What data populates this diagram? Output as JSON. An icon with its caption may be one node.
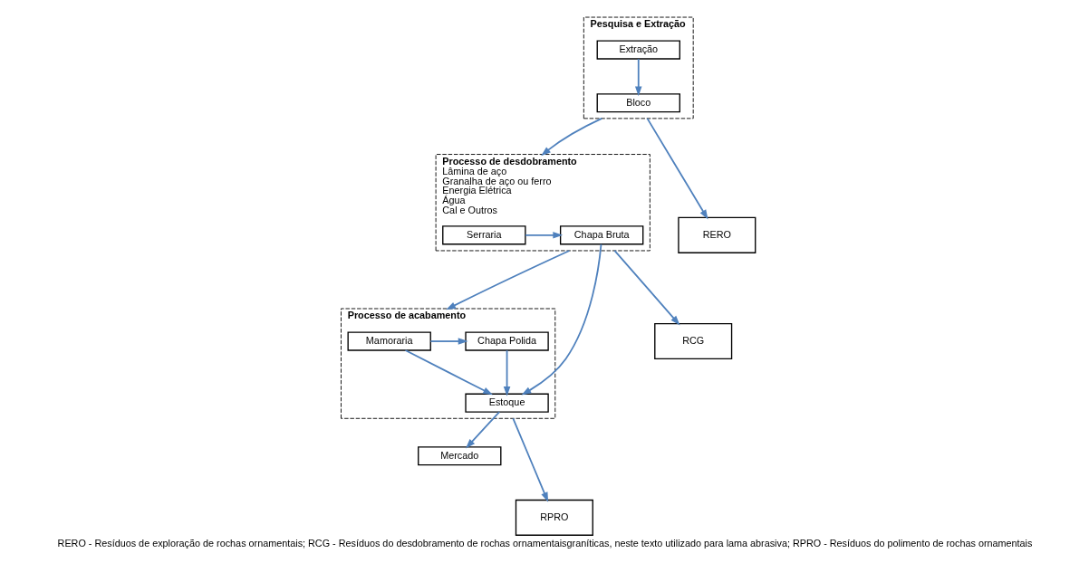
{
  "diagram": {
    "caption": "RERO - Resíduos de exploração de rochas ornamentais; RCG - Resíduos do desdobramento de rochas ornamentaisgraníticas, neste texto utilizado para lama abrasiva; RPRO - Resíduos do polimento de rochas ornamentais",
    "nodes": [
      {
        "text": [
          "Pesquisa e Extração"
        ]
      },
      {
        "text": [
          "Extração"
        ],
        "in": 0
      },
      {
        "text": [
          "Bloco"
        ],
        "in": 0
      },
      {
        "text": [
          "Processo de desdobramento",
          "Lâmina de aço",
          "Granalha de aço ou ferro",
          "Energia Elétrica",
          "Água",
          "Cal e Outros"
        ]
      },
      {
        "text": [
          "Serraria"
        ],
        "in": 3
      },
      {
        "text": [
          "Chapa Bruta"
        ],
        "in": 3
      },
      {
        "text": [
          "Processo de acabamento"
        ]
      },
      {
        "text": [
          "Mamoraria"
        ],
        "in": 6
      },
      {
        "text": [
          "Chapa Polida"
        ],
        "in": 6
      },
      {
        "text": [
          "Estoque"
        ],
        "in": 6
      },
      {
        "text": [
          "Mercado"
        ]
      },
      {
        "text": [
          "RERO"
        ]
      },
      {
        "text": [
          "RCG"
        ]
      },
      {
        "text": [
          "RPRO"
        ]
      }
    ],
    "edges": [
      {
        "from": 1,
        "to": 2,
        "arrow": "to"
      },
      {
        "from": 0,
        "to": 3,
        "arrow": "to"
      },
      {
        "from": 4,
        "to": 5,
        "arrow": "to"
      },
      {
        "from": 3,
        "to": 6,
        "arrow": "to"
      },
      {
        "from": 7,
        "to": 8,
        "arrow": "to"
      },
      {
        "from": 7,
        "to": 9,
        "arrow": "to"
      },
      {
        "from": 8,
        "to": 9,
        "arrow": "to"
      },
      {
        "from": 5,
        "to": 9,
        "arrow": "to"
      },
      {
        "from": 9,
        "to": 10,
        "arrow": "to"
      },
      {
        "from": 0,
        "to": 11,
        "arrow": "to"
      },
      {
        "from": 3,
        "to": 12,
        "arrow": "to"
      },
      {
        "from": 6,
        "to": 13,
        "arrow": "to"
      }
    ]
  }
}
